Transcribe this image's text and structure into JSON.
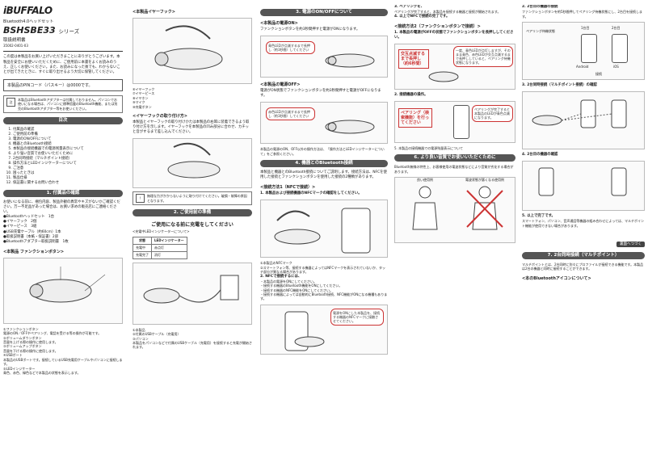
{
  "col1": {
    "brand": "iBUFFALO",
    "product": "Bluetooth4.0ヘッドセット",
    "model": "BSHSBE33",
    "series": "シリーズ",
    "manual": "取扱説明書",
    "code": "35002-0401-03",
    "intro": "この度は本製品をお買い上げいただきまことにありがとうございます。本製品を安全にお使いいただくために、ご使用前に本書をよくお読みのうえ、正しくお使いください。また、お読みになった後でも、わからないことが出てきたときに、すぐに取り出せるよう大切に保管してください。",
    "pin_box": "本製品のPINコード（パスキー）は0000です。",
    "note1": "本製品はBluetoothアダプターは付属しておりません。パソコンでお使いになる場合は、パソコンに標準搭載のBluetooth機能、または別売のBluetoothアダプター等をお使いください。",
    "toc_title": "目次",
    "toc": [
      "付属品の確認",
      "ご使用前の準備",
      "電源のON/OFFについて",
      "機器とのBluetooth接続",
      "本製品の接続機器での電源残量表示について",
      "より強い音質でお使いいただくために",
      "2台同時接続（マルチポイント接続）",
      "操作方法とLEDインジケーターについて",
      "ご注意",
      "困ったときは",
      "製品仕様",
      "保証書に関するお問い合わせ"
    ],
    "sec1": "1. 付属品の確認",
    "sec1_text": "お使いになる前に、梱包内容、製品外観の異常やキズがないかご確認ください。万一不足品があった場合は、お買い求めの販売店にご連絡ください。",
    "items": [
      "●Bluetoothヘッドセット　1台",
      "●イヤーフック　2個",
      "●イヤーピース　3組",
      "●USB充電ケーブル（約60cm）1本",
      "●取扱説明書（本紙・保証書）2部",
      "●Bluetoothアダプター取扱説明書　1枚"
    ],
    "func_title": "<本製品 ファンクションボタン>",
    "func_labels": [
      "①ファンクションボタン",
      "電源のON／OFFやペアリング、電話を受ける等の操作が可能です。",
      "②ボリュームダウンボタン",
      "音量を上げる際の操作に使用します。",
      "③ボリュームアップボタン",
      "音量を下げる際の操作に使用します。",
      "④USBポート",
      "本製品のUSBポートです。接続しているUSB充電用ケーブルやパソコンに接続します。",
      "⑤LEDインジケーター",
      "青色、赤色、緑色などで本製品の状態を表示します。"
    ]
  },
  "col2": {
    "earhook_title": "<本製品イヤーフック>",
    "earhook_labels": [
      "⑥イヤーフック",
      "⑦イヤーピース",
      "⑧イヤホン",
      "⑨マイク",
      "⑩充電ボタン"
    ],
    "earhook_title2": "<イヤーフックの取り付け方>",
    "earhook_text": "本製品とイヤーフックの取り付けかたは本製品の右耳に装着できるよう取り付け方を示します。イヤーフックを本製品の凹み部分に合わせ、カチッと音がするまで差し込んでください。",
    "caution": "無理な力がかからないように取り付けてください。破損・故障の原因となります。",
    "sec2": "2. ご使用前の準備",
    "charge_title": "ご使用になる前に充電をしてください",
    "charge_sub": "<充電中LEDインジケーターについて>",
    "charge_table_head": [
      "状態",
      "LEDインジケーター"
    ],
    "charge_table": [
      [
        "充電中",
        "赤点灯"
      ],
      [
        "充電完了",
        "消灯"
      ]
    ],
    "charge_steps": [
      "①本製品",
      "②付属のUSBケーブル（充電用）",
      "③パソコン",
      "本製品をパソコンなどで付属のUSBケーブル（充電用）を接続すると充電が開始されます。"
    ]
  },
  "col3": {
    "sec3": "3. 電源のON/OFFについて",
    "power_on": "<本製品の電源ON>",
    "power_on_text": "ファンクションボタンを約3秒間押すと電源がONになります。",
    "power_on_bubble": "青色LEDが点滅するまで長押し（約3秒間）してください",
    "power_off": "<本製品の電源OFF>",
    "power_off_text": "電源がON状態でファンクションボタンを約3秒間押すと電源がOFFになります。",
    "power_off_bubble": "赤色LEDが点滅するまで長押し（約3秒間）してください",
    "note_power": "本製品の電源のON、OFF以外の操作方法は、「操作方法とLEDインジケーターについて」をご参照ください。",
    "sec4": "4. 機器とのBluetooth接続",
    "bt_text": "本製品と機器とのBluetooth接続についてご説明します。接続方法は、NFCを使用した接続とファンクションボタンを使用した接続の2種類があります。",
    "nfc_title": "<接続方法1（NFCで接続）>",
    "nfc_step1": "1. 本製品および接続機器のNFCマークの確認をしてください。",
    "nfc_labels": [
      "①本製品のNFCマーク",
      "②スマートフォン等、接続する機器によってはNFCマークを表示されていないか、タッチ部分が異なる場合があります。"
    ],
    "nfc_step2": "2. NFCで接続するには、",
    "nfc_step2_items": [
      "・本製品の電源をONにしてください。",
      "・接続する機器のBluetooth機能をONにしてください。",
      "・接続する機器のNFC機能をONにしてください。",
      "・接続する機器によっては自動的にBluetooth接続、NFC機能がONになる機種もあります。"
    ],
    "nfc_bubble": "電源をONにした本製品を、接続する機器のNFCマークに接触させてください。"
  },
  "col4": {
    "pair_step3": "3. ペアリングを、",
    "pair_text": "ペアリングが完了すると、本製品を接続する機器と接続が開始されます。",
    "pair_step4": "4. 以上でNFCで接続の完了です。",
    "func_pair_title": "<接続方法2（ファンクションボタンで接続）>",
    "func_pair_step1": "1. 本製品の電源がOFFの状態でファンクションボタンを長押ししてください。",
    "func_pair_tag": "交互点滅するまで長押し（約6秒間）",
    "func_pair_bubble": "一度、青色LEDが点灯しますが、そのまま青色、赤色LEDが交互点滅するまで長押ししていると、ペアリング待機状態になります。",
    "func_pair_step2": "2. 接続機器の操作。",
    "func_pair_tag2": "ペアリング（検索機能）を行ってください",
    "func_pair_note": "ペアリングが完了すると本製品のLEDが青色点滅になります。",
    "sec6": "6. より良い音質でお使いいただくために",
    "sec6_text": "Bluetooth無線の特性上、お客様使用の電波状態などにより音質が劣化する場合があります。",
    "bad": "良い使用例",
    "bad2": "電波状態が悪くなる使用例",
    "sec5": "5. 本製品の接続機器での電源残量表示について"
  },
  "col5": {
    "two_title": "2. 2台目の機器の接続",
    "two_text": "ファンクションボタンを約5秒間押してペアリング待機状態にし、2台目を接続します。",
    "labels": [
      "ペアリング待機状態",
      "1台目",
      "2台目",
      "Android",
      "iOS",
      "接続"
    ],
    "three_title": "3. 2台同時接続（マルチポイント接続）の確認",
    "four_title": "4. 2台目の機器の確認",
    "five_title": "5. 以上で完了です。",
    "five_text": "スマートフォン、パソコン、音声通話等機器の組み合わせによっては、マルチポイント機能が使用できない場合があります。",
    "next": "裏面へつづく",
    "sec7": "7. 2台同時接続（マルチポイント）",
    "multipoint_text": "マルチポイントとは、2台同時に別々にプロファイルが接続できる機能です。本製品は2台の機器と同時に接続することができます。",
    "bt_icon_title": "<本のBluetoothアイコンについて>"
  }
}
